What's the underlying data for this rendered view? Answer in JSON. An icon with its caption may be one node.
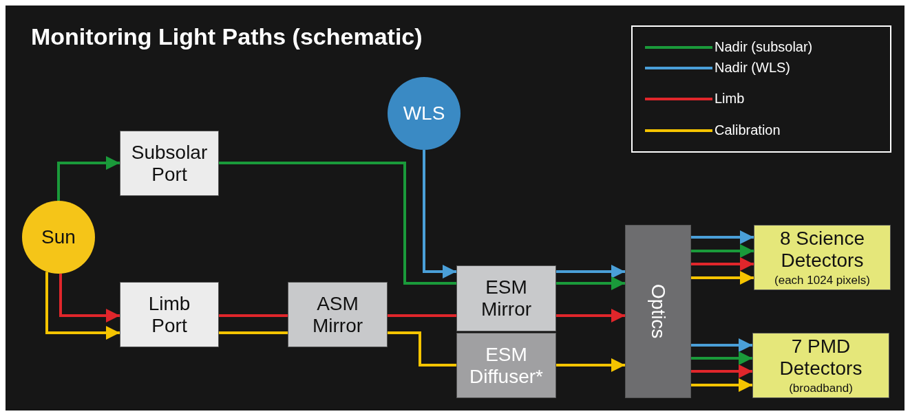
{
  "diagram": {
    "title": "Monitoring Light Paths (schematic)",
    "nodes": [
      {
        "text": [
          "Sun"
        ]
      },
      {
        "text": [
          "Subsolar Port"
        ]
      },
      {
        "text": [
          "WLS"
        ]
      },
      {
        "text": [
          "Limb Port"
        ]
      },
      {
        "text": [
          "ASM Mirror"
        ]
      },
      {
        "text": [
          "ESM Mirror"
        ]
      },
      {
        "text": [
          "ESM Diffuser*"
        ]
      },
      {
        "text": [
          "Optics"
        ]
      },
      {
        "text": [
          "8 Science Detectors",
          "(each 1024 pixels)"
        ]
      },
      {
        "text": [
          "7 PMD Detectors",
          "(broadband)"
        ]
      }
    ],
    "edges": [
      {
        "from": 0,
        "to": 1,
        "arrow": "to",
        "color": "#1a9a3a"
      },
      {
        "from": 1,
        "to": 5,
        "arrow": "none",
        "color": "#1a9a3a"
      },
      {
        "from": 2,
        "to": 5,
        "arrow": "to",
        "color": "#4a9fd8"
      },
      {
        "from": 0,
        "to": 3,
        "arrow": "to",
        "color": "#e0262b"
      },
      {
        "from": 0,
        "to": 3,
        "arrow": "to",
        "color": "#f5c400"
      },
      {
        "from": 3,
        "to": 4,
        "arrow": "none",
        "color": "#e0262b"
      },
      {
        "from": 3,
        "to": 4,
        "arrow": "none",
        "color": "#f5c400"
      },
      {
        "from": 4,
        "to": 5,
        "arrow": "none",
        "color": "#e0262b"
      },
      {
        "from": 4,
        "to": 6,
        "arrow": "none",
        "color": "#f5c400"
      },
      {
        "from": 5,
        "to": 7,
        "arrow": "to",
        "color": "#4a9fd8"
      },
      {
        "from": 5,
        "to": 7,
        "arrow": "to",
        "color": "#1a9a3a"
      },
      {
        "from": 5,
        "to": 7,
        "arrow": "to",
        "color": "#e0262b"
      },
      {
        "from": 6,
        "to": 7,
        "arrow": "to",
        "color": "#f5c400"
      },
      {
        "from": 7,
        "to": 8,
        "arrow": "to",
        "color": "#4a9fd8"
      },
      {
        "from": 7,
        "to": 8,
        "arrow": "to",
        "color": "#1a9a3a"
      },
      {
        "from": 7,
        "to": 8,
        "arrow": "to",
        "color": "#e0262b"
      },
      {
        "from": 7,
        "to": 8,
        "arrow": "to",
        "color": "#f5c400"
      },
      {
        "from": 7,
        "to": 9,
        "arrow": "to",
        "color": "#4a9fd8"
      },
      {
        "from": 7,
        "to": 9,
        "arrow": "to",
        "color": "#1a9a3a"
      },
      {
        "from": 7,
        "to": 9,
        "arrow": "to",
        "color": "#e0262b"
      },
      {
        "from": 7,
        "to": 9,
        "arrow": "to",
        "color": "#f5c400"
      }
    ],
    "legend": [
      {
        "text": "Nadir (subsolar)",
        "color": "#1a9a3a"
      },
      {
        "text": "Nadir (WLS)",
        "color": "#4a9fd8"
      },
      {
        "text": "Limb",
        "color": "#e0262b"
      },
      {
        "text": "Calibration",
        "color": "#f5c400"
      }
    ]
  }
}
